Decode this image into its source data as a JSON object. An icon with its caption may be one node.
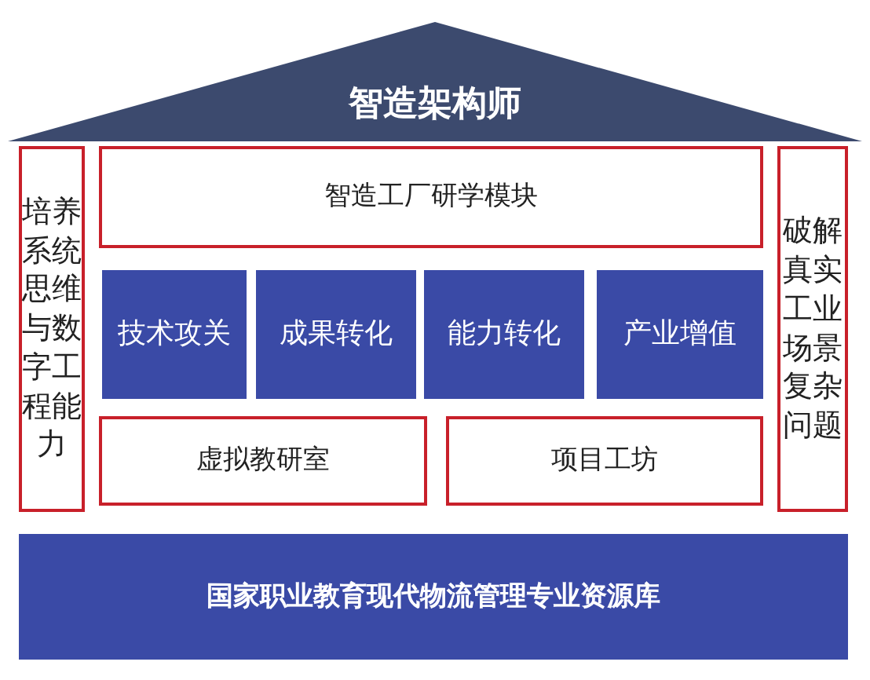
{
  "diagram": {
    "nodes": [
      {
        "text": [
          "智造架构师"
        ]
      },
      {
        "text": [
          "培养系统思维与数字工程能力"
        ]
      },
      {
        "text": [
          "智造工厂研学模块"
        ]
      },
      {
        "text": [
          "技术攻关"
        ]
      },
      {
        "text": [
          "成果转化"
        ]
      },
      {
        "text": [
          "能力转化"
        ]
      },
      {
        "text": [
          "产业增值"
        ]
      },
      {
        "text": [
          "虚拟教研室"
        ]
      },
      {
        "text": [
          "项目工坊"
        ]
      },
      {
        "text": [
          "破解真实工业场景复杂问题"
        ]
      },
      {
        "text": [
          "国家职业教育现代物流管理专业资源库"
        ]
      }
    ]
  }
}
